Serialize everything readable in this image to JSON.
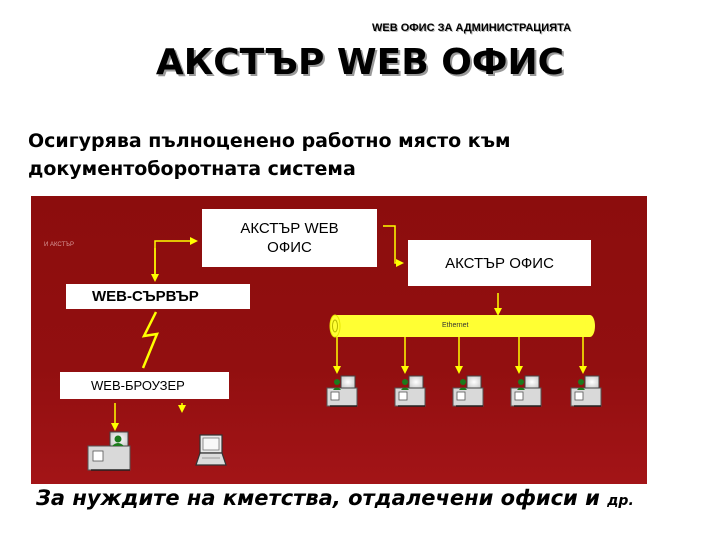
{
  "header": {
    "top_title": "WEB ОФИС ЗА АДМИНИСТРАЦИЯТА",
    "main_title": "АКСТЪР WEB ОФИС"
  },
  "intro": {
    "line1": "Осигурява пълноценено работно място към",
    "line2": "документоборотната система"
  },
  "diagram": {
    "akstar_web_office": "АКСТЪР WEB ОФИС",
    "akstar_office": "АКСТЪР ОФИС",
    "web_server": "WEB-СЪРВЪР",
    "web_browser": "WEB-БРОУЗЕР",
    "small_tag": "И АКСТЪР",
    "ethernet_label": "Ethernet",
    "colors": {
      "background": "#920f10",
      "arrow": "#ffff00",
      "ethernet_bus": "#ffff33",
      "box": "#ffffff"
    },
    "icons": [
      "workstation-icon",
      "laptop-icon",
      "lightning-link-icon"
    ]
  },
  "footer": {
    "main": "За нуждите на кметства, отдалечени офиси и",
    "tail": "др."
  }
}
